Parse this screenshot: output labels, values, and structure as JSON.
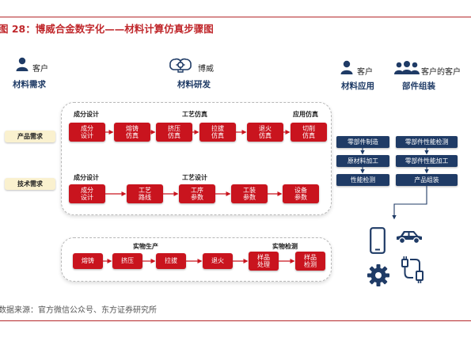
{
  "figure": {
    "title": "图 28：博威合金数字化——材料计算仿真步骤图",
    "source": "数据来源：官方微信公众号、东方证券研究所"
  },
  "headers": {
    "customer_material_needs": {
      "line1": "客户",
      "line2": "材料需求",
      "icon": "person-icon"
    },
    "boway_material_rd": {
      "line1": "博威",
      "line2": "材料研发",
      "icon": "brain-gear-icon"
    },
    "customer_material_application": {
      "line1": "客户",
      "line2": "材料应用",
      "icon": "person-icon"
    },
    "customer_component_assembly": {
      "line1": "客户的客户",
      "line2": "部件组装",
      "icon": "people-group-icon"
    }
  },
  "row_labels": {
    "product_needs": "产品需求",
    "tech_needs": "技术需求"
  },
  "panel1": {
    "sections": {
      "design": "成分设计",
      "process_sim": "工艺仿真",
      "app_sim": "应用仿真"
    },
    "boxes": [
      "成分\n设计",
      "熔铸\n仿真",
      "挤压\n仿真",
      "拉拔\n仿真",
      "退火\n仿真",
      "切削\n仿真"
    ],
    "sections2": {
      "design": "成分设计",
      "process_design": "工艺设计"
    },
    "boxes2": [
      "成分\n设计",
      "工艺\n路线",
      "工序\n参数",
      "工装\n参数",
      "设备\n参数"
    ]
  },
  "panel2": {
    "sections": {
      "production": "实物生产",
      "inspection": "实物检测"
    },
    "boxes": [
      "熔铸",
      "挤压",
      "拉拔",
      "退火",
      "样品\n处理",
      "样品\n检测"
    ]
  },
  "application": {
    "col1": [
      "零部件制造",
      "原材料加工",
      "性能检测"
    ],
    "col2": [
      "零部件性能检测",
      "零部件性能加工",
      "产品组装"
    ]
  },
  "product_icons": [
    "smartphone-icon",
    "car-icon",
    "gear-icon",
    "connector-icon"
  ],
  "colors": {
    "accent_red": "#c9141e",
    "navy": "#1f3b66",
    "label_bg": "#faf1cf",
    "title_red": "#c0282c"
  }
}
